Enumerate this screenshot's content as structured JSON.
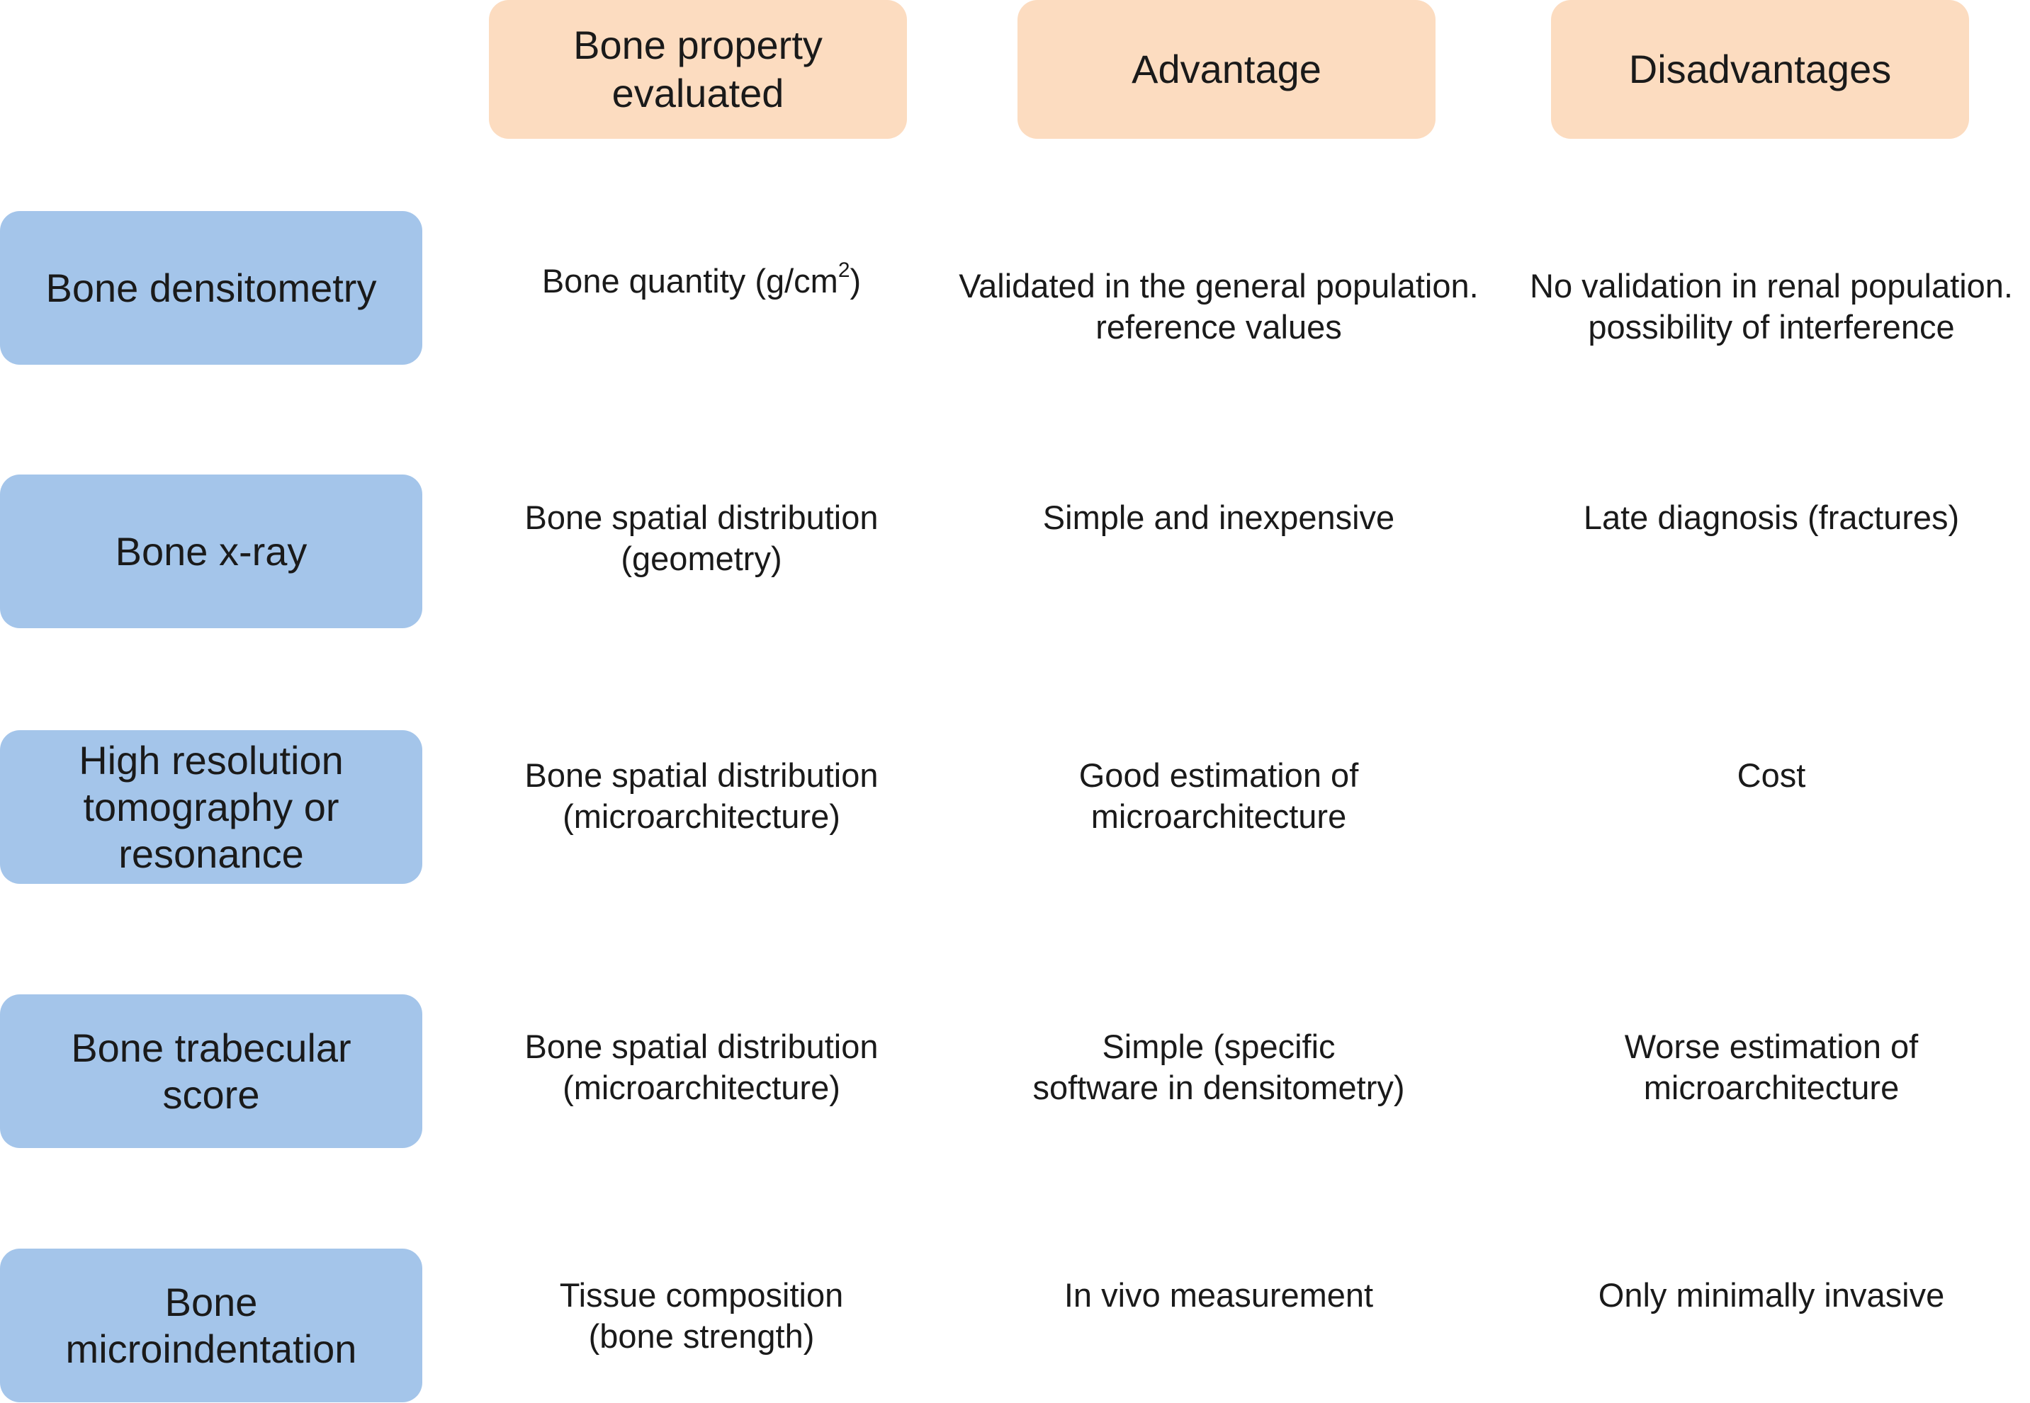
{
  "headers": {
    "property": [
      "Bone property",
      "evaluated"
    ],
    "advantage": "Advantage",
    "disadvantages": "Disadvantages"
  },
  "rows": [
    {
      "method": [
        "Bone densitometry"
      ],
      "property": {
        "text": "Bone quantity (g/cm",
        "sup": "2",
        "close": ")"
      },
      "advantage": [
        "Validated in the general population.",
        "reference values"
      ],
      "disadvantage": [
        "No validation in renal population.",
        "possibility of interference"
      ]
    },
    {
      "method": [
        "Bone x-ray"
      ],
      "property": [
        "Bone spatial distribution",
        "(geometry)"
      ],
      "advantage": [
        "Simple and inexpensive"
      ],
      "disadvantage": [
        "Late diagnosis (fractures)"
      ]
    },
    {
      "method": [
        "High resolution",
        "tomography or",
        "resonance"
      ],
      "property": [
        "Bone spatial distribution",
        "(microarchitecture)"
      ],
      "advantage": [
        "Good estimation of",
        "microarchitecture"
      ],
      "disadvantage": [
        "Cost"
      ]
    },
    {
      "method": [
        "Bone trabecular",
        "score"
      ],
      "property": [
        "Bone spatial distribution",
        "(microarchitecture)"
      ],
      "advantage": [
        "Simple (specific",
        "software in densitometry)"
      ],
      "disadvantage": [
        "Worse estimation of",
        "microarchitecture"
      ]
    },
    {
      "method": [
        "Bone",
        "microindentation"
      ],
      "property": [
        "Tissue composition",
        "(bone strength)"
      ],
      "advantage": [
        "In vivo measurement"
      ],
      "disadvantage": [
        "Only minimally invasive"
      ]
    }
  ],
  "colors": {
    "header_fill": "#fcdcc0",
    "row_fill": "#a4c5ea"
  }
}
